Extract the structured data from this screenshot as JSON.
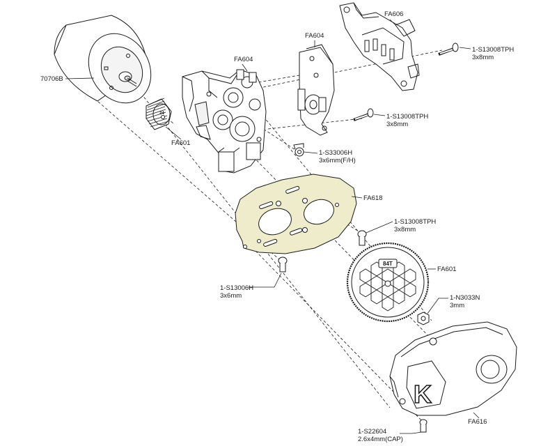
{
  "diagram": {
    "labels": [
      {
        "id": "motor",
        "lines": [
          "70706B"
        ]
      },
      {
        "id": "pinion",
        "lines": [
          "FA601"
        ]
      },
      {
        "id": "gearbox",
        "lines": [
          "FA604"
        ]
      },
      {
        "id": "plate604",
        "lines": [
          "FA604"
        ]
      },
      {
        "id": "fa606",
        "lines": [
          "FA606"
        ]
      },
      {
        "id": "screw_top",
        "lines": [
          "1-S13008TPH",
          "3x8mm"
        ]
      },
      {
        "id": "screw_mid",
        "lines": [
          "1-S13008TPH",
          "3x8mm"
        ]
      },
      {
        "id": "screw_fh",
        "lines": [
          "1-S33006H",
          "3x6mm(F/H)"
        ]
      },
      {
        "id": "motorplate",
        "lines": [
          "FA618"
        ]
      },
      {
        "id": "screw_plate",
        "lines": [
          "1-S13008TPH",
          "3x8mm"
        ]
      },
      {
        "id": "spur",
        "lines": [
          "FA601"
        ]
      },
      {
        "id": "screw_left",
        "lines": [
          "1-S13006H",
          "3x6mm"
        ]
      },
      {
        "id": "nut",
        "lines": [
          "1-N3033N",
          "3mm"
        ]
      },
      {
        "id": "cover",
        "lines": [
          "FA616"
        ]
      },
      {
        "id": "cap",
        "lines": [
          "1-S22604",
          "2.6x4mm(CAP)"
        ]
      }
    ],
    "pinion_teeth": "24",
    "spur_teeth": "84T",
    "cover_logo": "K",
    "colors": {
      "line": "#1a1a1a",
      "plate_fill": "#efeccc",
      "part_fill": "#ffffff",
      "shade": "#e6e6e6"
    }
  }
}
